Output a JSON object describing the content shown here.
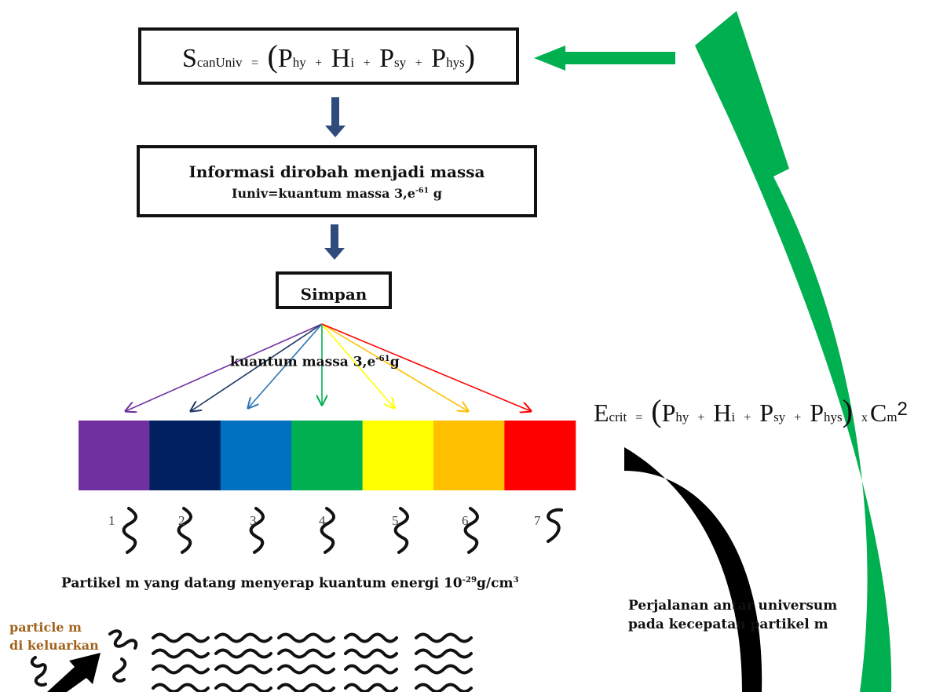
{
  "box1": {
    "S": "S",
    "S_sub": "canUniv",
    "eq": "=",
    "open": "(",
    "P1": "P",
    "P1_sub": "hy",
    "plus1": "+",
    "H": "H",
    "H_sub": "i",
    "plus2": "+",
    "P2": "P",
    "P2_sub": "sy",
    "plus3": "+",
    "P3": "P",
    "P3_sub": "hys",
    "close": ")"
  },
  "box2": {
    "line1": "Informasi dirobah menjadi massa",
    "line2_a": "Iuniv=kuantum massa 3,e",
    "line2_sup": "-61",
    "line2_b": " g"
  },
  "box3": {
    "label": "Simpan"
  },
  "kuantum_label": {
    "a": "kuantum  massa 3,e",
    "sup": "-61",
    "b": "g"
  },
  "colors": {
    "spectrum": [
      "#7030a0",
      "#002060",
      "#0070c0",
      "#00b050",
      "#ffff00",
      "#ffc000",
      "#ff0000"
    ],
    "arrows": [
      "#7030a0",
      "#1f3864",
      "#2e75b6",
      "#00b050",
      "#ffff00",
      "#ffc000",
      "#ff0000"
    ],
    "green_arrow": "#00b050",
    "down_arrow": "#2f4b7c",
    "black_arc": "#000000"
  },
  "numbers": [
    "1",
    "2",
    "3",
    "4",
    "5",
    "6",
    "7"
  ],
  "partikel_text": {
    "a": "Partikel m yang datang menyerap kuantum energi 10",
    "sup": "-29",
    "b": "g/cm",
    "sup2": "3"
  },
  "ecrit": {
    "E": "E",
    "E_sub": "crit",
    "eq": "=",
    "open": "(",
    "P1": "P",
    "P1_sub": "hy",
    "plus1": "+",
    "H": "H",
    "H_sub": "i",
    "plus2": "+",
    "P2": "P",
    "P2_sub": "sy",
    "plus3": "+",
    "P3": "P",
    "P3_sub": "hys",
    "close": ")",
    "x": "x",
    "C": "C",
    "C_sub": "m",
    "sq": "2"
  },
  "perjalanan": {
    "line1": "Perjalanan antar universum",
    "line2": "pada kecepatan partikel m"
  },
  "particle": {
    "line1": "particle m",
    "line2": "di keluarkan"
  },
  "icons": [
    "down-arrow-icon",
    "green-return-arrow",
    "black-curved-arrow",
    "wave-particle-icon"
  ]
}
